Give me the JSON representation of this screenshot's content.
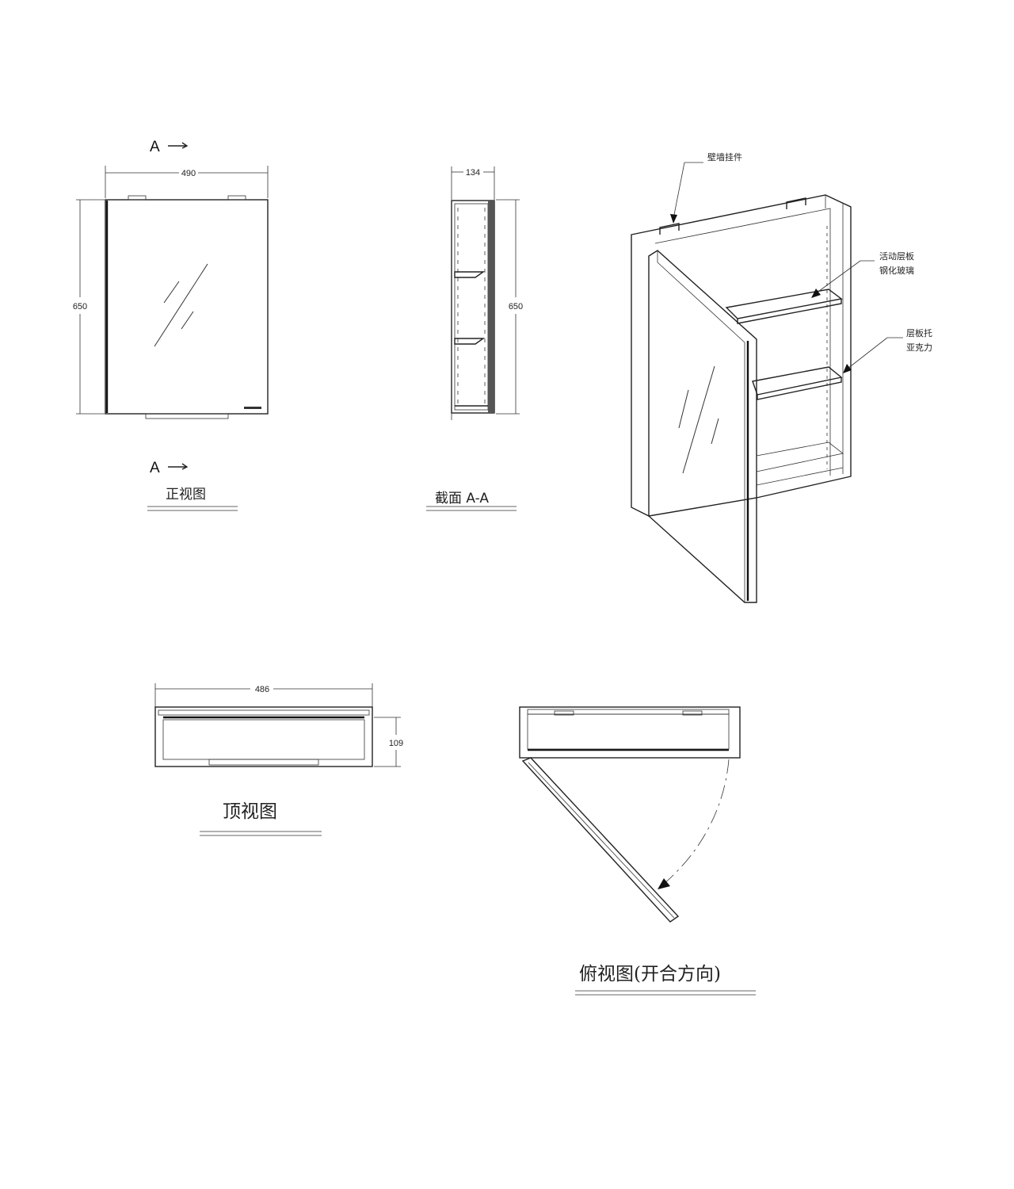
{
  "front_view": {
    "caption": "正视图",
    "section_marker_top": "A",
    "section_marker_bottom": "A",
    "width_dim": "490",
    "height_dim": "650"
  },
  "section_view": {
    "caption": "截面 A-A",
    "depth_dim": "134",
    "height_dim": "650"
  },
  "iso_view": {
    "callouts": {
      "wall_hanger": "壁墙挂件",
      "shelf_line1": "活动层板",
      "shelf_line2": "钢化玻璃",
      "support_line1": "层板托",
      "support_line2": "亚克力"
    }
  },
  "top_view": {
    "caption": "顶视图",
    "width_dim": "486",
    "depth_dim": "109"
  },
  "plan_view": {
    "caption": "俯视图(开合方向)"
  }
}
